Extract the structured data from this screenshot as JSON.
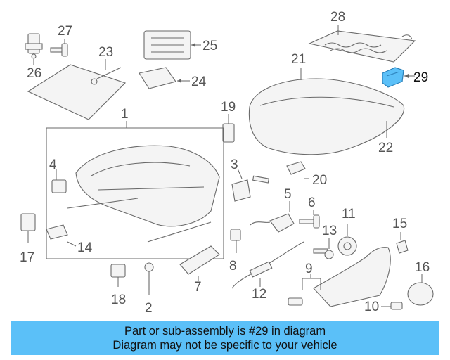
{
  "callouts": {
    "c1": "1",
    "c2": "2",
    "c3": "3",
    "c4": "4",
    "c5": "5",
    "c6": "6",
    "c7": "7",
    "c8": "8",
    "c9": "9",
    "c10": "10",
    "c11": "11",
    "c12": "12",
    "c13": "13",
    "c14": "14",
    "c15": "15",
    "c16": "16",
    "c17": "17",
    "c18": "18",
    "c19": "19",
    "c20": "20",
    "c21": "21",
    "c22": "22",
    "c23": "23",
    "c24": "24",
    "c25": "25",
    "c26": "26",
    "c27": "27",
    "c28": "28",
    "c29": "29"
  },
  "colors": {
    "highlight": "#5bc0f8",
    "highlight_stroke": "#2a7fb8",
    "banner_bg": "#5bc0f8"
  },
  "banner": {
    "line1": "Part or sub-assembly is #29 in diagram",
    "line2": "Diagram may not be specific to your vehicle"
  }
}
